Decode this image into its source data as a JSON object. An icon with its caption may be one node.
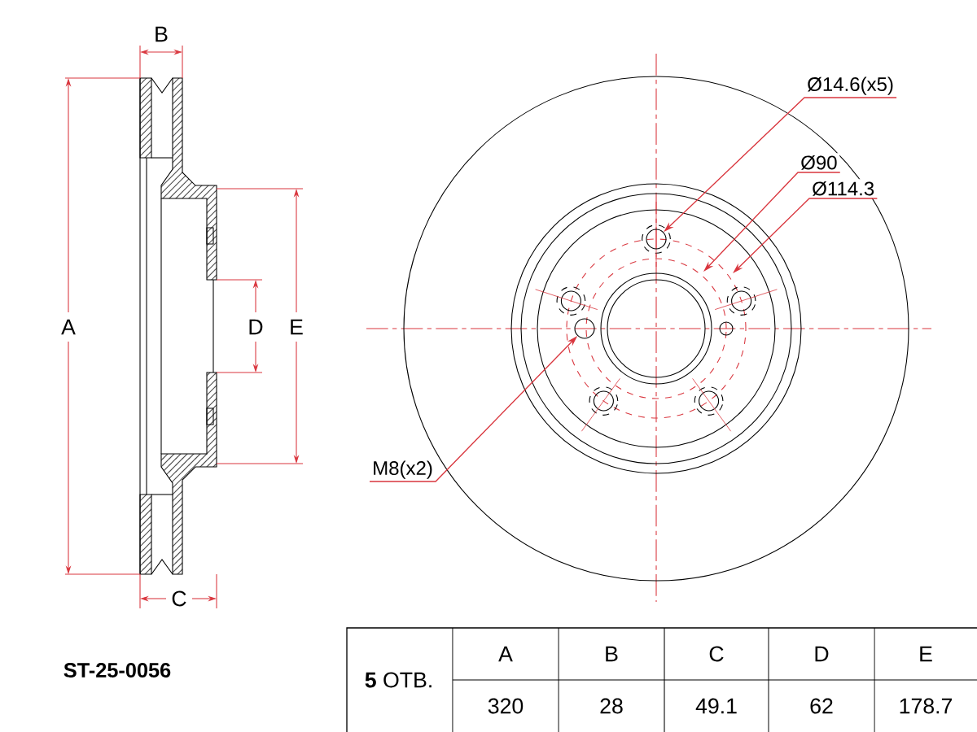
{
  "diagram": {
    "nodes": [
      {
        "text": [
          "Ø14.6(x5)"
        ]
      },
      {
        "text": [
          "Ø90"
        ]
      },
      {
        "text": [
          "Ø114.3"
        ]
      },
      {
        "text": [
          "M8(x2)"
        ]
      },
      {
        "text": [],
        "shape": "circle"
      },
      {
        "text": [],
        "shape": "circle"
      }
    ],
    "edges": [
      {
        "from": 0,
        "to": 4,
        "arrow": "to"
      },
      {
        "from": 1,
        "to": null,
        "arrow": "to"
      },
      {
        "from": 2,
        "to": null,
        "arrow": "to"
      },
      {
        "from": 3,
        "to": 5,
        "arrow": "to"
      }
    ],
    "labels": [
      "B",
      "A",
      "D",
      "E",
      "C",
      "ST-25-0056",
      "**5** ОТВ.",
      "A",
      "B",
      "C",
      "D",
      "E",
      "320",
      "28",
      "49.1",
      "62",
      "178.7"
    ]
  }
}
